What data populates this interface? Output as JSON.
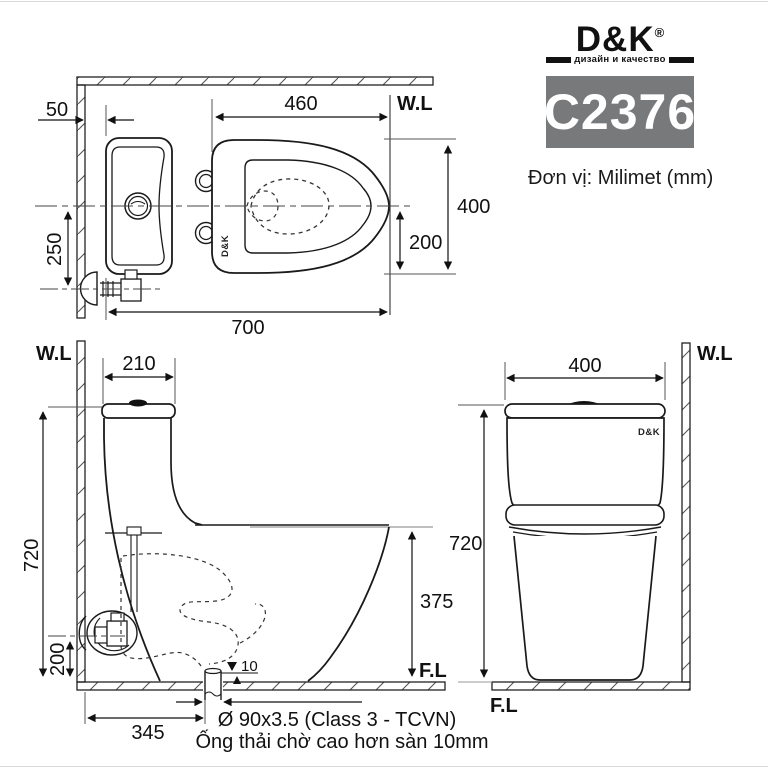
{
  "header": {
    "brand": "D&K",
    "reg_mark": "®",
    "tagline": "дизайн и качество",
    "model_code": "C2376",
    "unit_label": "Đơn vị: Milimet  (mm)",
    "accent_gray": "#77797b"
  },
  "labels": {
    "water_line": "W.L",
    "floor_line": "F.L",
    "brand_small": "D&K"
  },
  "top_view": {
    "wall_offset": "50",
    "seat_length": "460",
    "bowl_width": "400",
    "half_width": "200",
    "supply_offset": "250",
    "total_depth": "700"
  },
  "side_view": {
    "tank_depth": "210",
    "total_height": "720",
    "supply_height": "200",
    "drain_offset": "345",
    "rim_height": "375",
    "pipe_protrusion": "10",
    "drain_spec": "Ø 90x3.5 (Class 3 - TCVN)",
    "drain_note": "Ống thải chờ cao hơn sàn 10mm"
  },
  "front_view": {
    "width": "400",
    "height": "720"
  }
}
